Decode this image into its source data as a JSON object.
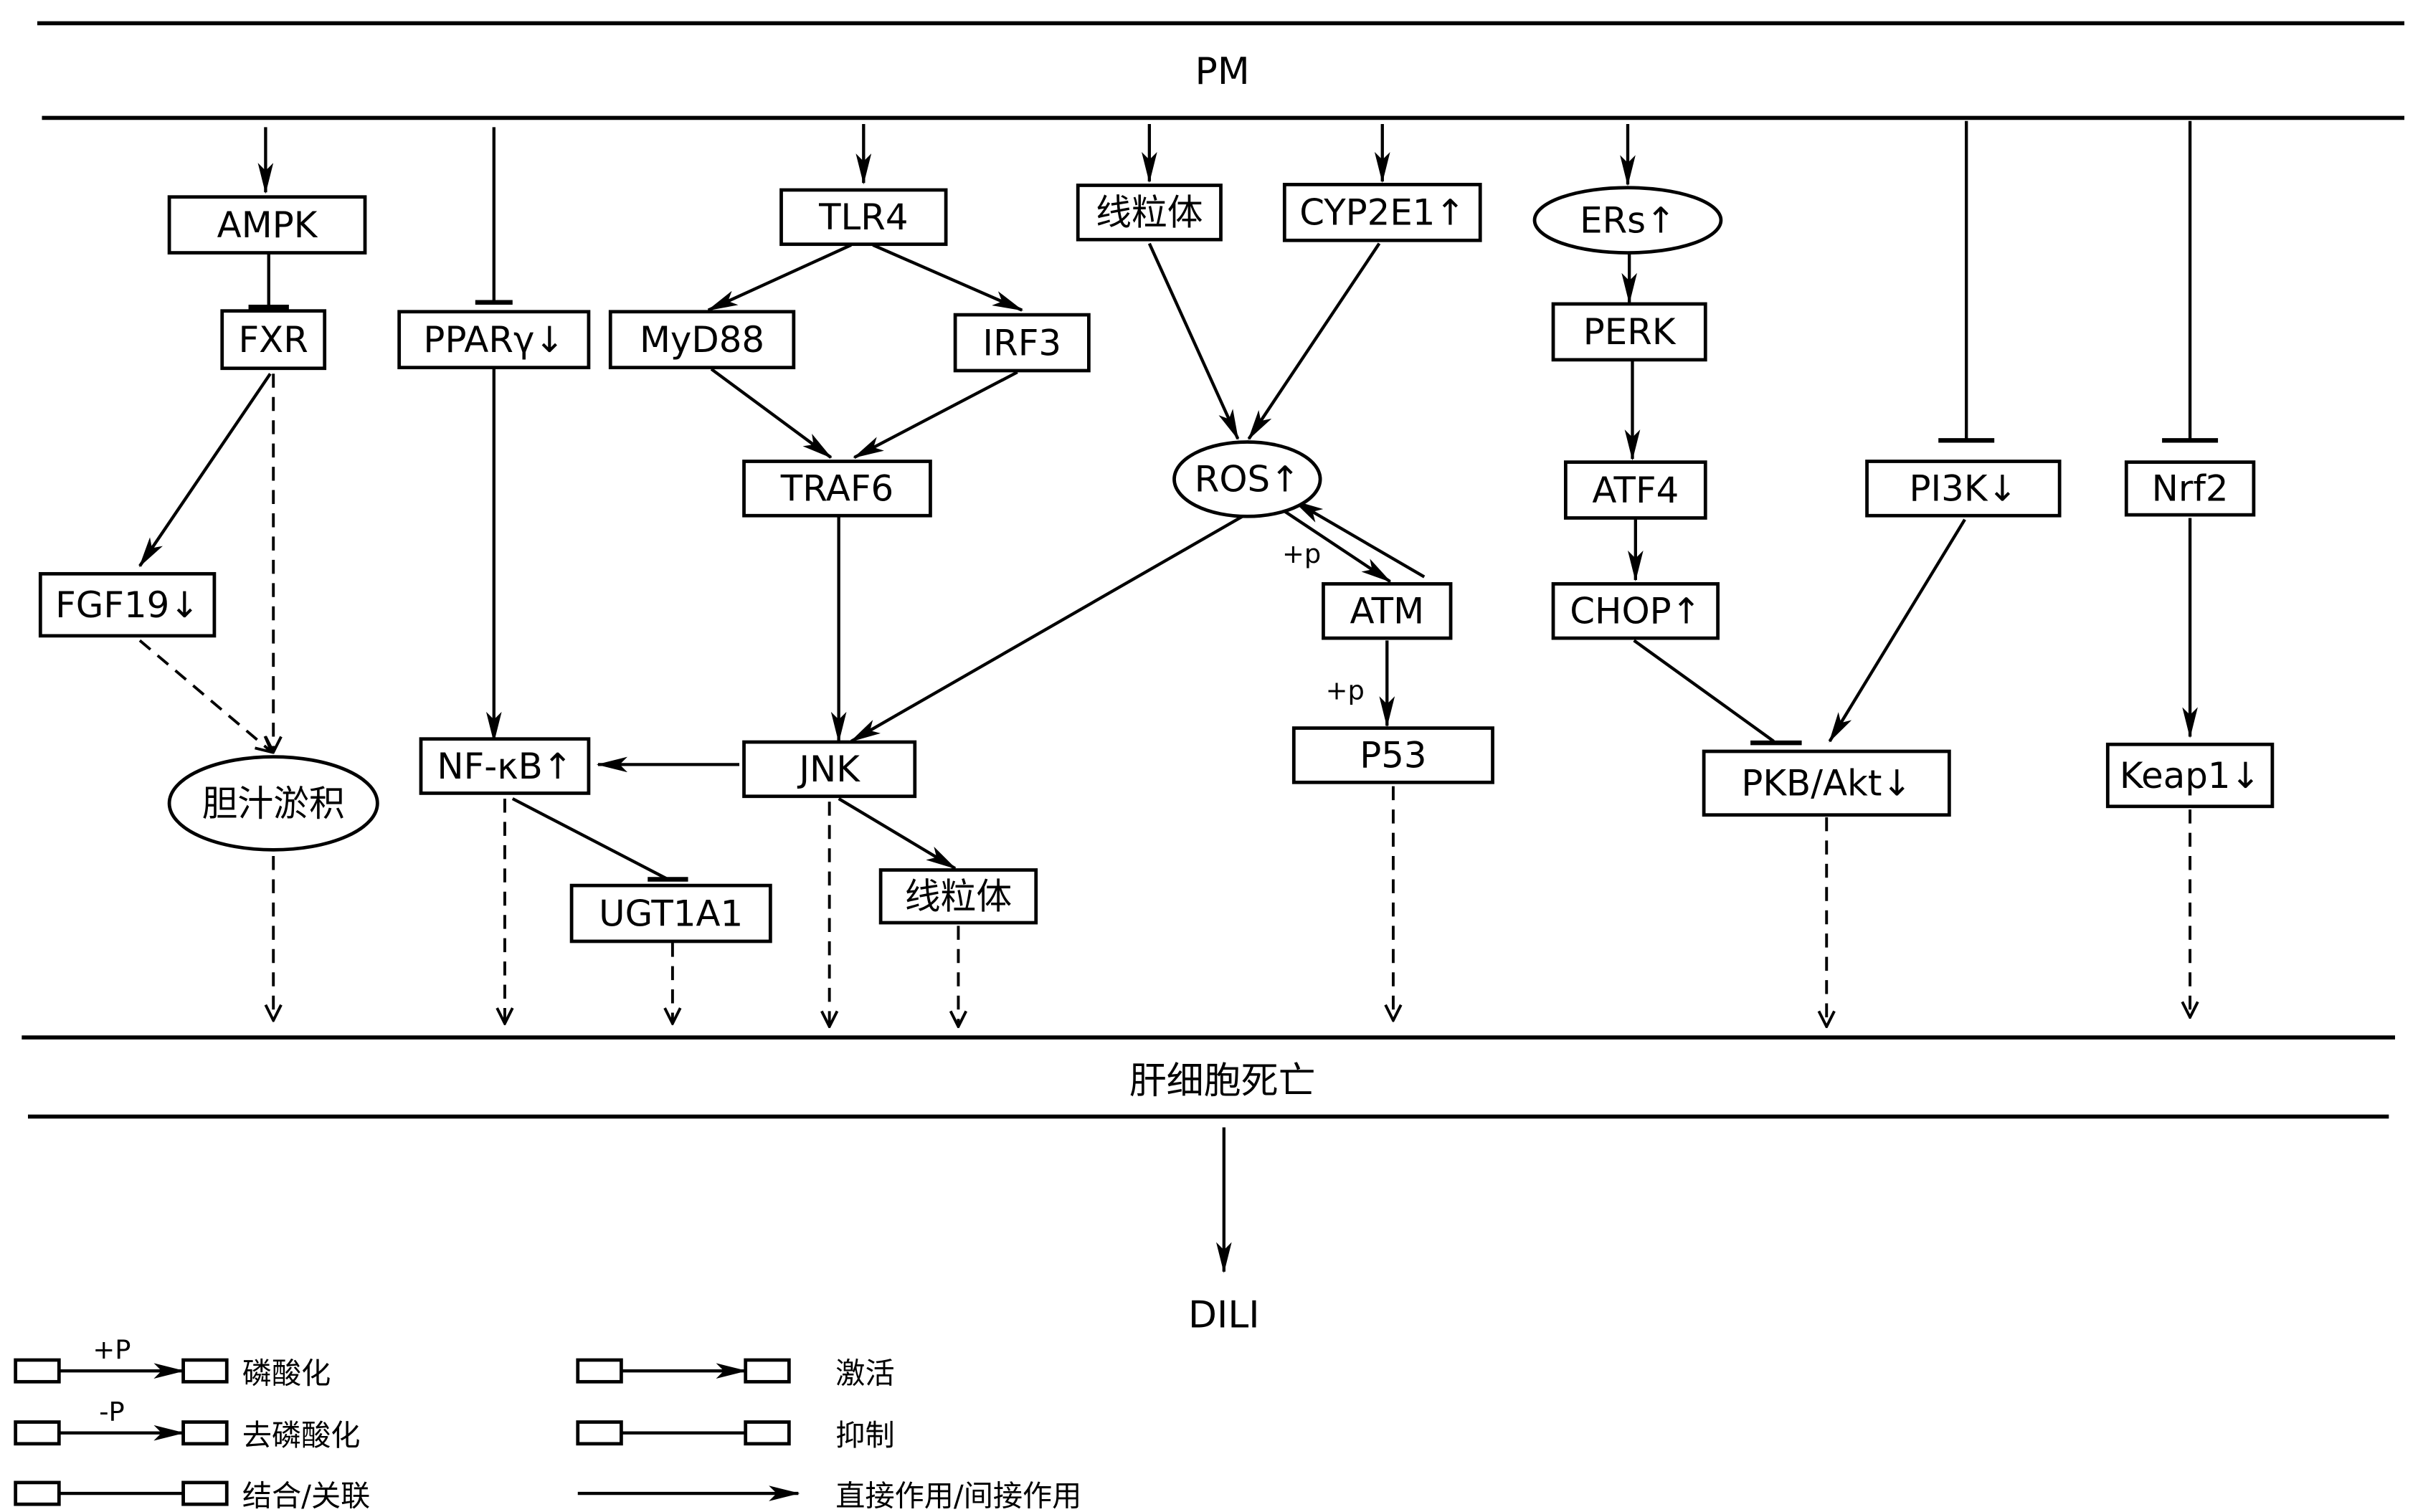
{
  "diagram": {
    "top_band_label": "PM",
    "middle_band_label": "肝细胞死亡",
    "outcome_label": "DILI",
    "nodes": {
      "ampk": "AMPK",
      "fxr": "FXR",
      "fgf19": "FGF19↓",
      "cholestasis": "胆汁淤积",
      "ppar": "PPARγ↓",
      "nfkb": "NF-κB↑",
      "ugt1a1": "UGT1A1",
      "tlr4": "TLR4",
      "myd88": "MyD88",
      "irf3": "IRF3",
      "traf6": "TRAF6",
      "jnk": "JNK",
      "mito_jnk": "线粒体",
      "mito_top": "线粒体",
      "cyp2e1": "CYP2E1↑",
      "ros": "ROS↑",
      "atm": "ATM",
      "p53": "P53",
      "ers": "ERs↑",
      "perk": "PERK",
      "atf4": "ATF4",
      "chop": "CHOP↑",
      "pi3k": "PI3K↓",
      "pkb": "PKB/Akt↓",
      "nrf2": "Nrf2",
      "keap1": "Keap1↓"
    },
    "edge_labels": {
      "ros_atm": "+p",
      "atm_p53": "+p"
    }
  },
  "legend": {
    "items": [
      {
        "type": "phosphorylation",
        "mark": "+P",
        "label": "磷酸化"
      },
      {
        "type": "dephosphorylation",
        "mark": "-P",
        "label": "去磷酸化"
      },
      {
        "type": "binding",
        "mark": "",
        "label": "结合/关联"
      },
      {
        "type": "activation",
        "mark": "",
        "label": "激活"
      },
      {
        "type": "inhibition",
        "mark": "",
        "label": "抑制"
      },
      {
        "type": "direct-indirect",
        "mark": "",
        "label": "直接作用/间接作用"
      }
    ]
  }
}
